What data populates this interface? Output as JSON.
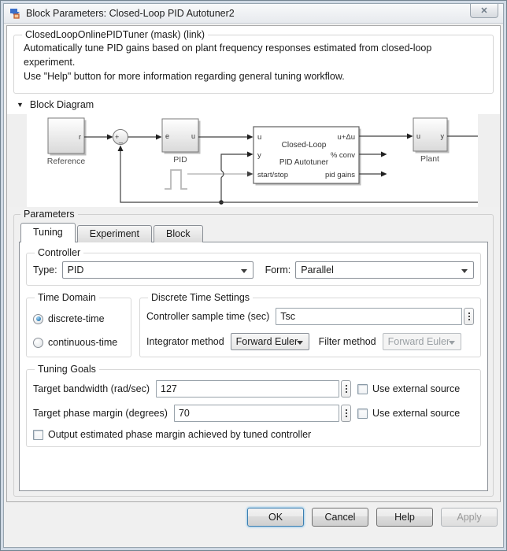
{
  "window": {
    "title": "Block Parameters: Closed-Loop PID Autotuner2",
    "close_glyph": "✕"
  },
  "icons": {
    "app_icon": "simulink-block-icon",
    "collapse_glyph": "▼"
  },
  "colors": {
    "frame": "#cfd9e4",
    "dialog_bg": "#f0f0f0",
    "panel_bg": "#ffffff",
    "radio_accent": "#2f7cb5",
    "focus_border": "#3c7fb1"
  },
  "mask": {
    "legend": "ClosedLoopOnlinePIDTuner (mask) (link)",
    "description_line1": "Automatically tune PID gains based on plant frequency responses estimated from closed-loop experiment.",
    "description_line2": "Use \"Help\" button for more information regarding general tuning workflow."
  },
  "block_diagram": {
    "header": "Block Diagram"
  },
  "diagram": {
    "reference_label": "Reference",
    "reference_port": "r",
    "sum_plus": "+",
    "sum_minus": "_",
    "pid_label": "PID",
    "pid_in": "e",
    "pid_out": "u",
    "autotuner_line1": "Closed-Loop",
    "autotuner_line2": "PID Autotuner",
    "autotuner_in1": "u",
    "autotuner_in2": "y",
    "autotuner_in3": "start/stop",
    "autotuner_out1": "u+Δu",
    "autotuner_out2": "% conv",
    "autotuner_out3": "pid gains",
    "plant_label": "Plant",
    "plant_in": "u",
    "plant_out": "y"
  },
  "parameters": {
    "legend": "Parameters",
    "tabs": [
      {
        "label": "Tuning",
        "active": true
      },
      {
        "label": "Experiment",
        "active": false
      },
      {
        "label": "Block",
        "active": false
      }
    ],
    "controller": {
      "legend": "Controller",
      "type_label": "Type:",
      "type_value": "PID",
      "form_label": "Form:",
      "form_value": "Parallel"
    },
    "time_domain": {
      "legend": "Time Domain",
      "options": [
        {
          "label": "discrete-time",
          "selected": true
        },
        {
          "label": "continuous-time",
          "selected": false
        }
      ]
    },
    "discrete_time_settings": {
      "legend": "Discrete Time Settings",
      "sample_time_label": "Controller sample time (sec)",
      "sample_time_value": "Tsc",
      "integrator_label": "Integrator method",
      "integrator_value": "Forward Euler",
      "filter_label": "Filter method",
      "filter_value": "Forward Euler"
    },
    "tuning_goals": {
      "legend": "Tuning Goals",
      "bandwidth_label": "Target bandwidth (rad/sec)",
      "bandwidth_value": "127",
      "phase_label": "Target phase margin (degrees)",
      "phase_value": "70",
      "external_source_label": "Use external source",
      "output_checkbox_label": "Output estimated phase margin achieved by tuned controller"
    }
  },
  "buttons": {
    "ok": "OK",
    "cancel": "Cancel",
    "help": "Help",
    "apply": "Apply"
  }
}
